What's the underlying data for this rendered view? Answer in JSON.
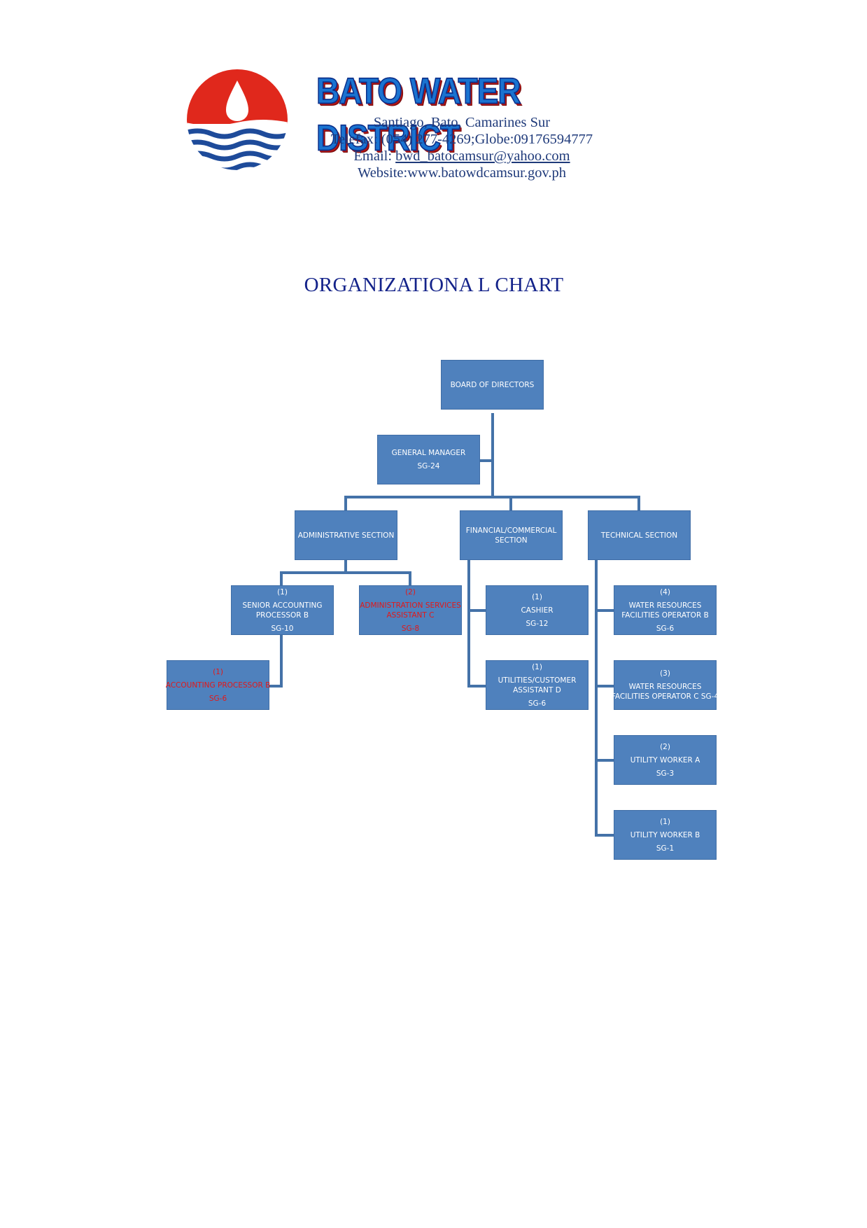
{
  "header": {
    "organization": "BATO WATER DISTRICT",
    "address": "Santiago, Bato, Camarines Sur",
    "telefax": "Telefax: (054) 277-4269;Globe:09176594777",
    "email_label": "Email: ",
    "email": "bwd_batocamsur@yahoo.com",
    "website": "Website:www.batowdcamsur.gov.ph",
    "logo_icon": "water-drop-logo-icon",
    "brand_colors": {
      "fill": "#1a73d0",
      "outline": "#0b2f8a",
      "shadow": "#b01515"
    }
  },
  "title": "ORGANIZATIONA L CHART",
  "colors": {
    "box": "#4f81bd",
    "connector": "#4472a8",
    "box_text": "#ffffff",
    "vacant_text": "#e31818"
  },
  "chart": {
    "board": {
      "title": "BOARD OF DIRECTORS"
    },
    "gm": {
      "title": "GENERAL MANAGER",
      "sg": "SG-24"
    },
    "admin": {
      "title": "ADMINISTRATIVE SECTION"
    },
    "fin": {
      "title_line1": "FINANCIAL/COMMERCIAL",
      "title_line2": "SECTION"
    },
    "tech": {
      "title": "TECHNICAL SECTION"
    },
    "sap": {
      "count": "(1)",
      "title_line1": "SENIOR ACCOUNTING",
      "title_line2": "PROCESSOR B",
      "sg": "SG-10"
    },
    "asa": {
      "count": "(2)",
      "title_line1": "ADMINISTRATION SERVICES",
      "title_line2": "ASSISTANT C",
      "sg": "SG-8"
    },
    "apb": {
      "count": "(1)",
      "title": "ACCOUNTING PROCESSOR B",
      "sg": "SG-6"
    },
    "cashier": {
      "count": "(1)",
      "title": "CASHIER",
      "sg": "SG-12"
    },
    "uca": {
      "count": "(1)",
      "title_line1": "UTILITIES/CUSTOMER",
      "title_line2": "ASSISTANT D",
      "sg": "SG-6"
    },
    "wrb": {
      "count": "(4)",
      "title_line1": "WATER RESOURCES",
      "title_line2": "FACILITIES OPERATOR B",
      "sg": "SG-6"
    },
    "wrc": {
      "count": "(3)",
      "title_line1": "WATER RESOURCES",
      "title_line2": "FACILITIES OPERATOR C SG-4"
    },
    "uwa": {
      "count": "(2)",
      "title": "UTILITY WORKER A",
      "sg": "SG-3"
    },
    "uwb": {
      "count": "(1)",
      "title": "UTILITY WORKER B",
      "sg": "SG-1"
    }
  }
}
